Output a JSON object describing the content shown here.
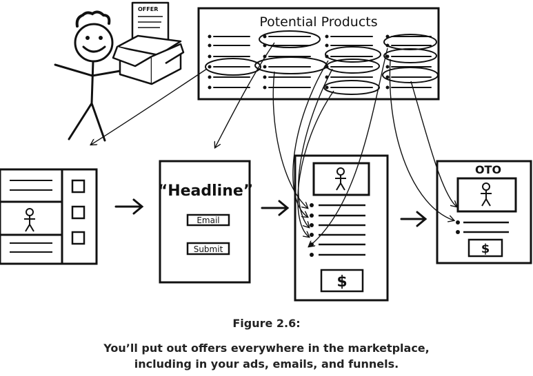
{
  "diagram": {
    "offer_box_label": "OFFER",
    "products_title": "Potential Products",
    "optin_headline": "“Headline”",
    "optin_email": "Email",
    "optin_submit": "Submit",
    "sales_price": "$",
    "oto_title": "OTO",
    "oto_price": "$",
    "icons": [
      "stick-figure",
      "offer-box",
      "arrow-right"
    ]
  },
  "caption": {
    "label": "Figure 2.6:",
    "line1": "You’ll put out offers everywhere in the marketplace,",
    "line2": "including in your ads, emails, and funnels."
  }
}
